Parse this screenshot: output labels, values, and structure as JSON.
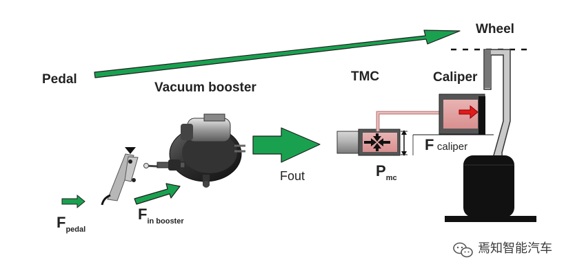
{
  "labels": {
    "wheel": "Wheel",
    "pedal": "Pedal",
    "vacuum_booster": "Vacuum booster",
    "tmc": "TMC",
    "caliper": "Caliper",
    "f_caliper_main": "F",
    "f_caliper_sub": "caliper",
    "fout": "Fout",
    "pmc_main": "P",
    "pmc_sub": "mc",
    "fpedal_main": "F",
    "fpedal_sub": "pedal",
    "fin_booster_main": "F",
    "fin_booster_sub": "in booster"
  },
  "watermark": {
    "text": "焉知智能汽车",
    "icon": "wechat-icon"
  },
  "colors": {
    "arrow_green": "#1aa150",
    "arrow_outline": "#1e1e1e",
    "caliper_pink": "#c98a8a",
    "pressure_red": "#e11b1b",
    "cylinder_gray": "#a9a9a9",
    "tire_black": "#111111"
  }
}
